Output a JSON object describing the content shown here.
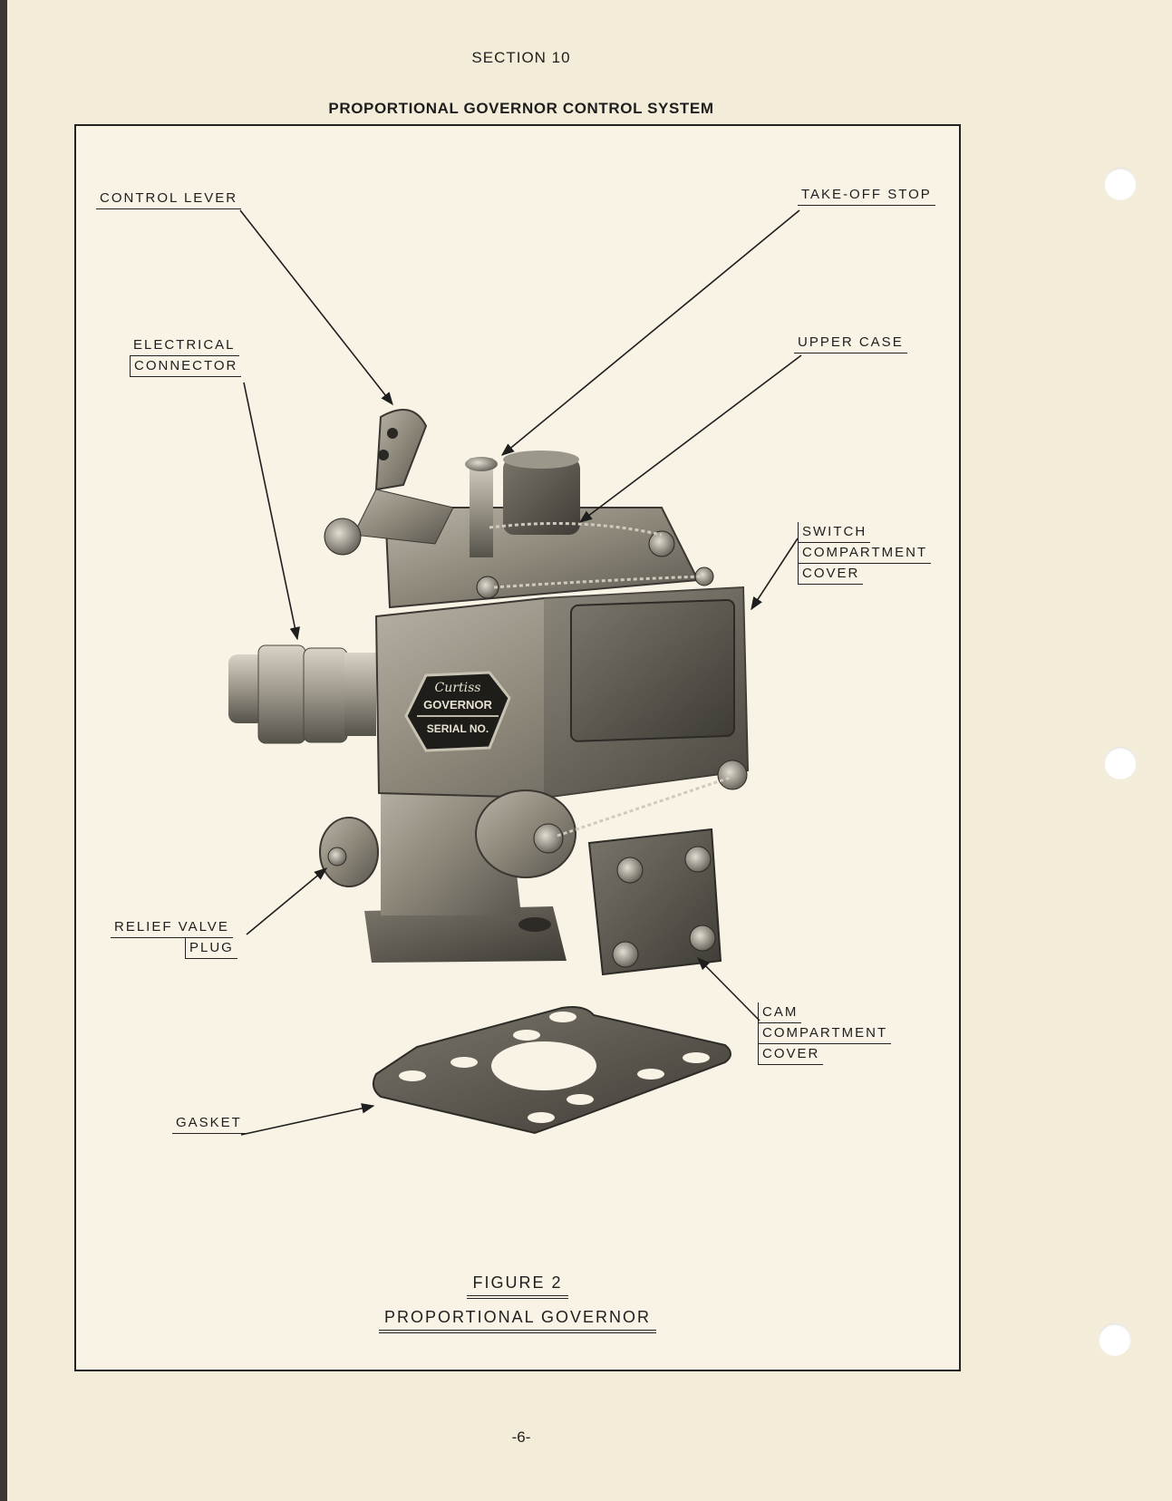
{
  "header": {
    "section": "SECTION 10",
    "title": "PROPORTIONAL GOVERNOR CONTROL SYSTEM"
  },
  "callouts": {
    "control_lever": "CONTROL LEVER",
    "takeoff_stop": "TAKE-OFF STOP",
    "electrical_connector": [
      "ELECTRICAL",
      "CONNECTOR"
    ],
    "upper_case": "UPPER CASE",
    "switch_compartment_cover": [
      "SWITCH",
      "COMPARTMENT",
      "COVER"
    ],
    "relief_valve_plug": [
      "RELIEF VALVE",
      "PLUG"
    ],
    "cam_compartment_cover": [
      "CAM",
      "COMPARTMENT",
      "COVER"
    ],
    "gasket": "GASKET"
  },
  "nameplate": {
    "brand": "Curtiss",
    "line1": "GOVERNOR",
    "line2": "SERIAL NO."
  },
  "caption": {
    "figure": "FIGURE 2",
    "name": "PROPORTIONAL GOVERNOR"
  },
  "footer": {
    "page_number": "-6-"
  }
}
